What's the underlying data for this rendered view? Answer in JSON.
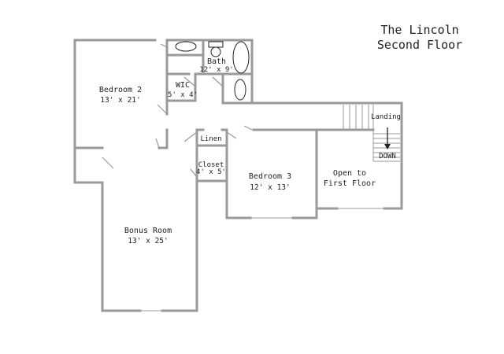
{
  "title": {
    "line1": "The Lincoln",
    "line2": "Second Floor"
  },
  "rooms": {
    "bedroom2": {
      "name": "Bedroom 2",
      "size": "13' x 21'"
    },
    "bath": {
      "name": "Bath",
      "size": "12' x 9'"
    },
    "wic": {
      "name": "WIC",
      "size": "5' x 4'"
    },
    "linen": {
      "name": "Linen"
    },
    "closet": {
      "name": "Closet",
      "size": "4' x 5'"
    },
    "bedroom3": {
      "name": "Bedroom 3",
      "size": "12' x 13'"
    },
    "open": {
      "line1": "Open to",
      "line2": "First Floor"
    },
    "bonus": {
      "name": "Bonus Room",
      "size": "13' x 25'"
    }
  },
  "stairs": {
    "landing": "Landing",
    "down": "DOWN"
  },
  "colors": {
    "wall": "#9a9a9a",
    "text": "#222222",
    "background": "#ffffff"
  }
}
